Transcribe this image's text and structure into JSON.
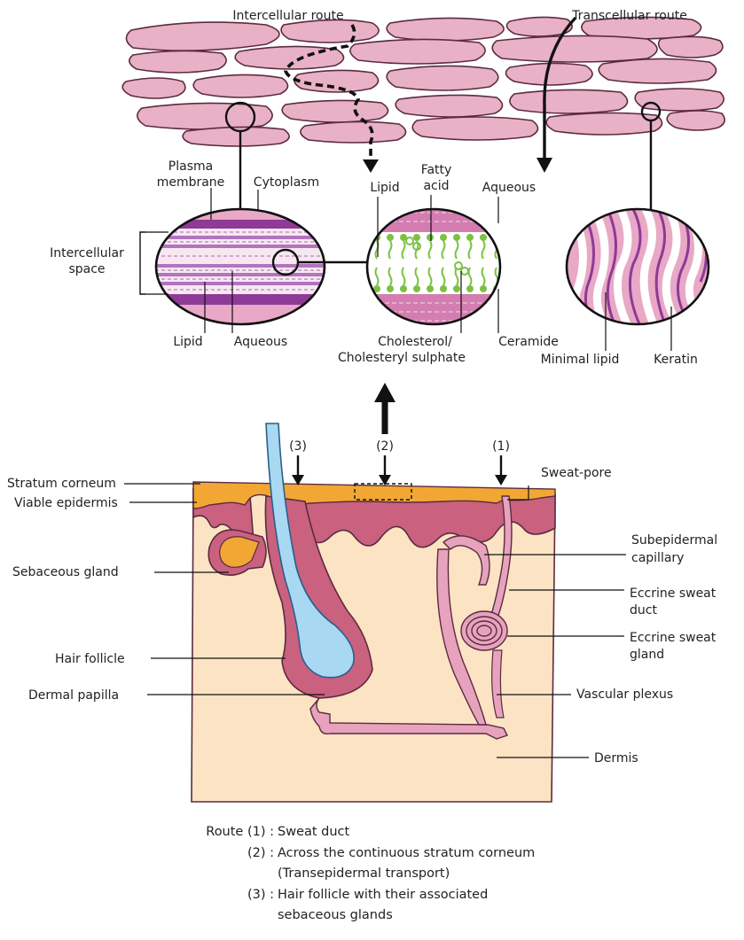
{
  "colors": {
    "cell_fill": "#e9b1c6",
    "cell_stroke": "#5b2b3f",
    "purple": "#8e3a96",
    "lipid_green": "#7cc142",
    "stratum_corneum": "#f2a735",
    "epidermis": "#c9617f",
    "dermis": "#fbe3c4",
    "hair_blue": "#a9d8f3"
  },
  "top": {
    "intercellular_route": "Intercellular route",
    "transcellular_route": "Transcellular route",
    "plasma_membrane_1": "Plasma",
    "plasma_membrane_2": "membrane",
    "cytoplasm": "Cytoplasm",
    "intercellular_space_1": "Intercellular",
    "intercellular_space_2": "space",
    "lipid_left": "Lipid",
    "aqueous_left": "Aqueous",
    "lipid_mid": "Lipid",
    "fatty_acid_1": "Fatty",
    "fatty_acid_2": "acid",
    "aqueous_mid": "Aqueous",
    "cholesterol_1": "Cholesterol/",
    "cholesterol_2": "Cholesteryl sulphate",
    "ceramide": "Ceramide",
    "minimal_lipid": "Minimal lipid",
    "keratin": "Keratin"
  },
  "skin": {
    "route_3": "(3)",
    "route_2": "(2)",
    "route_1": "(1)",
    "stratum_corneum": "Stratum corneum",
    "viable_epidermis": "Viable epidermis",
    "sebaceous_gland": "Sebaceous gland",
    "hair_follicle": "Hair follicle",
    "dermal_papilla": "Dermal papilla",
    "sweat_pore": "Sweat-pore",
    "subepidermal_capillary_1": "Subepidermal",
    "subepidermal_capillary_2": "capillary",
    "eccrine_duct_1": "Eccrine sweat",
    "eccrine_duct_2": "duct",
    "eccrine_gland_1": "Eccrine sweat",
    "eccrine_gland_2": "gland",
    "vascular_plexus": "Vascular plexus",
    "dermis": "Dermis"
  },
  "legend": {
    "route_1_prefix": "Route (1) :",
    "route_1_text": "Sweat duct",
    "route_2_prefix": "(2) :",
    "route_2_text_1": "Across the continuous stratum corneum",
    "route_2_text_2": "(Transepidermal transport)",
    "route_3_prefix": "(3) :",
    "route_3_text_1": "Hair follicle with their associated",
    "route_3_text_2": "sebaceous glands"
  }
}
